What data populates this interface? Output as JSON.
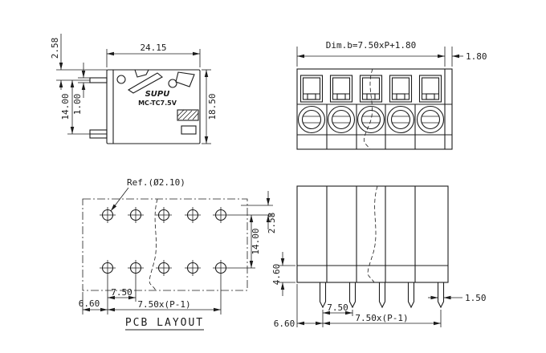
{
  "drawing": {
    "background": "#ffffff",
    "line_color": "#1c1c1c"
  },
  "side_view": {
    "brand": "SUPU",
    "model": "MC-TC7.5V",
    "dim_width": "24.15",
    "dim_height": "18.50",
    "dim_row_spacing": "14.00",
    "dim_pin_thickness": "1.00",
    "dim_pin_offset": "2.58"
  },
  "front_view": {
    "dim_total_width": "Dim.b=7.50xP+1.80",
    "dim_end_wall": "1.80"
  },
  "pcb_layout": {
    "title": "PCB LAYOUT",
    "hole_ref": "Ref.(Ø2.10)",
    "dim_row_spacing": "14.00",
    "dim_row_offset": "2.58",
    "dim_pitch": "7.50",
    "dim_span": "7.50x(P-1)",
    "dim_edge_margin": "6.60"
  },
  "bottom_view": {
    "dim_pin_length": "4.60",
    "dim_pin_width": "1.50",
    "dim_pitch": "7.50",
    "dim_span": "7.50x(P-1)",
    "dim_edge_margin": "6.60"
  }
}
